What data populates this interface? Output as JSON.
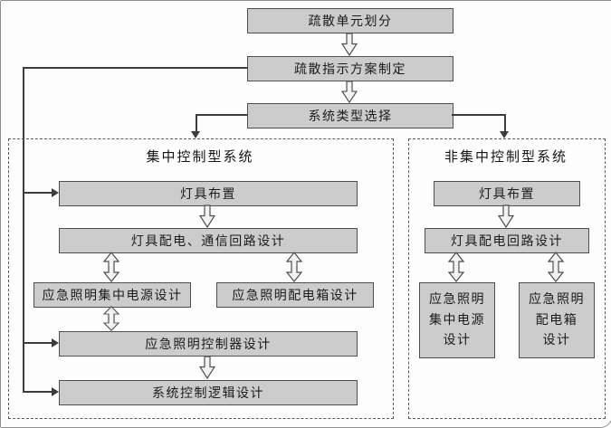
{
  "colors": {
    "canvas_bg": "#fdfdfd",
    "box_fill": "#cccccc",
    "box_border": "#4f4f4f",
    "arrow_fill": "#f2f2f2",
    "dashed_border": "#5a5a5a",
    "line": "#3c3c3c"
  },
  "top_flow": {
    "step1": "疏散单元划分",
    "step2": "疏散指示方案制定",
    "step3": "系统类型选择"
  },
  "left_panel": {
    "title": "集中控制型系统",
    "lamp_layout": "灯具布置",
    "power_comm_circuit": "灯具配电、通信回路设计",
    "central_power": "应急照明集中电源设计",
    "distribution_box": "应急照明配电箱设计",
    "controller": "应急照明控制器设计",
    "control_logic": "系统控制逻辑设计"
  },
  "right_panel": {
    "title": "非集中控制型系统",
    "lamp_layout": "灯具布置",
    "power_circuit": "灯具配电回路设计",
    "central_power": "应急照明\n集中电源\n设计",
    "distribution_box": "应急照明\n配电箱\n设计"
  }
}
